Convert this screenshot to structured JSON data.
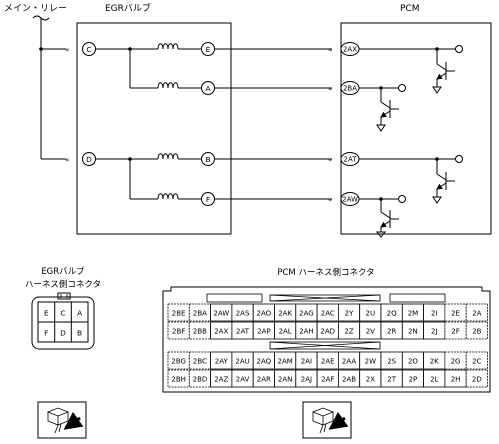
{
  "diagram": {
    "main_relay_label": "メイン・リレー",
    "egr_valve_label": "EGRバルブ",
    "pcm_label": "PCM",
    "egr_pins": [
      "C",
      "E",
      "A",
      "D",
      "B",
      "F"
    ],
    "pcm_pins": [
      "2AX",
      "2BA",
      "2AT",
      "2AW"
    ]
  },
  "connectors": {
    "egr_caption_line1": "EGRバルブ",
    "egr_caption_line2": "ハーネス側コネクタ",
    "egr_cells": [
      "E",
      "C",
      "A",
      "F",
      "D",
      "B"
    ],
    "pcm_caption": "PCM ハーネス側コネクタ",
    "pcm_rows": [
      [
        "2BE",
        "2BA",
        "2AW",
        "2AS",
        "2AO",
        "2AK",
        "2AG",
        "2AC",
        "2Y",
        "2U",
        "2Q",
        "2M",
        "2I",
        "2E",
        "2A"
      ],
      [
        "2BF",
        "2BB",
        "2AX",
        "2AT",
        "2AP",
        "2AL",
        "2AH",
        "2AD",
        "2Z",
        "2V",
        "2R",
        "2N",
        "2J",
        "2F",
        "2B"
      ],
      [
        "2BG",
        "2BC",
        "2AY",
        "2AU",
        "2AQ",
        "2AM",
        "2AI",
        "2AE",
        "2AA",
        "2W",
        "2S",
        "2O",
        "2K",
        "2G",
        "2C"
      ],
      [
        "2BH",
        "2BD",
        "2AZ",
        "2AV",
        "2AR",
        "2AN",
        "2AJ",
        "2AF",
        "2AB",
        "2X",
        "2T",
        "2P",
        "2L",
        "2H",
        "2D"
      ]
    ]
  }
}
